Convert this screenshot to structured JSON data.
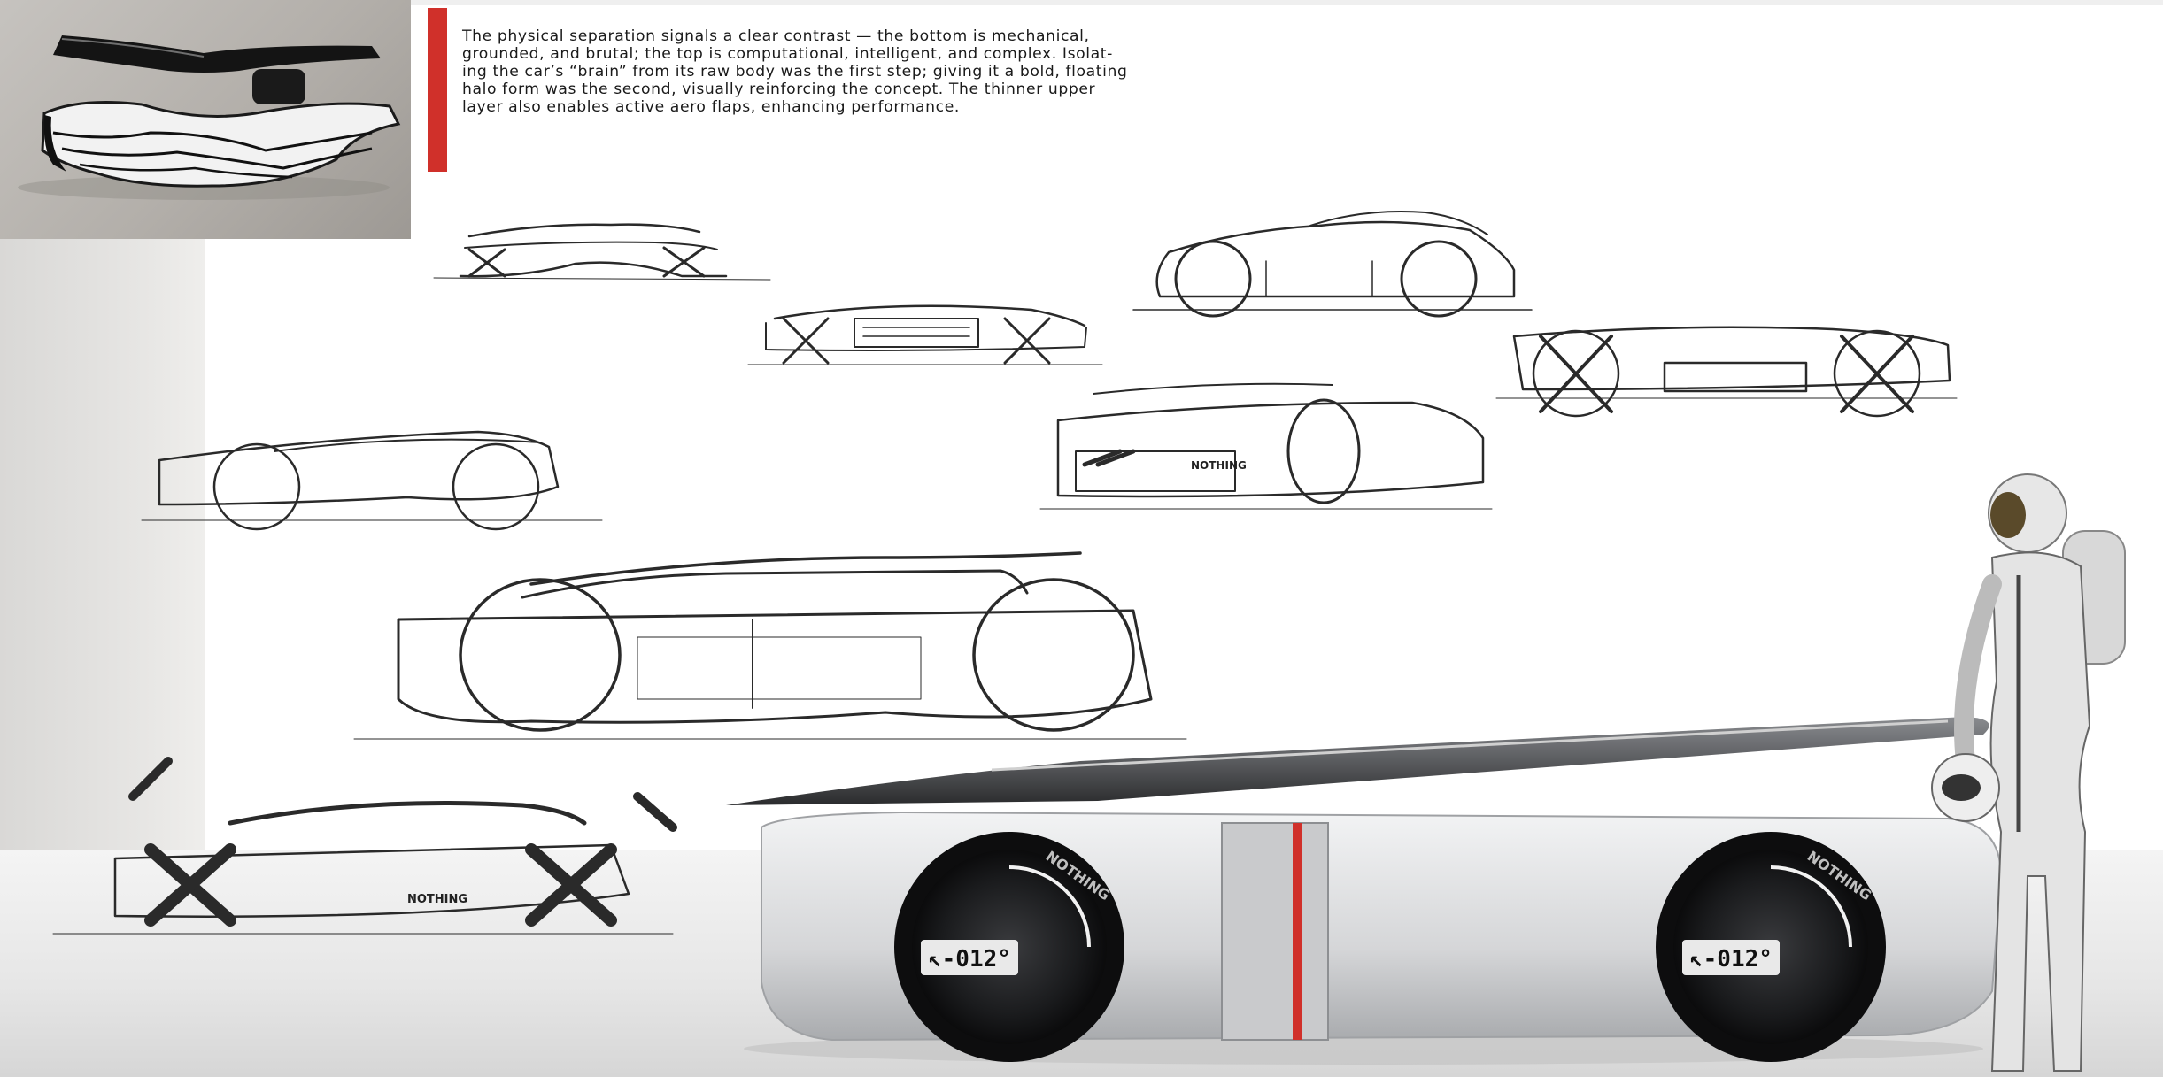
{
  "caption": {
    "lines": [
      "The physical separation signals a clear contrast — the bottom is mechanical,",
      "grounded, and brutal; the top is computational, intelligent, and complex. Isolat-",
      "ing the car’s “brain” from its raw body was the first step; giving it a bold, floating",
      "halo form was the second, visually reinforcing the concept. The thinner upper",
      "layer also enables active aero flaps, enhancing performance."
    ]
  },
  "sketch_labels": {
    "brand_small_a": "NOTHING",
    "brand_small_b": "NOTHING"
  },
  "render": {
    "wheel_brand_front": "NOTHING",
    "wheel_brand_rear": "NOTHING",
    "wheel_code_front": "↖-012°",
    "wheel_code_rear": "↖-012°"
  },
  "colors": {
    "accent_red": "#d0302a",
    "sketch_ink": "#2a2a2a",
    "body_silver": "#d9dadc",
    "background": "#ffffff"
  }
}
